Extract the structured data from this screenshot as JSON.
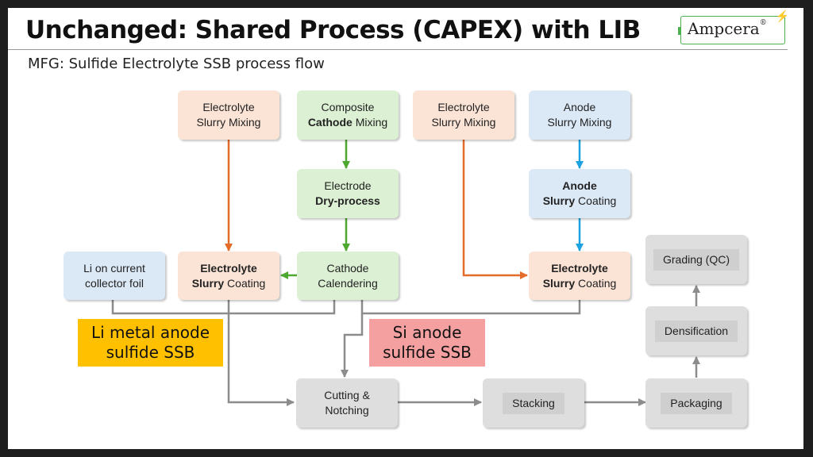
{
  "header": {
    "title": "Unchanged: Shared Process (CAPEX) with LIB",
    "subtitle": "MFG: Sulfide Electrolyte SSB process flow",
    "logo_text": "Ampcera",
    "logo_mark": "®"
  },
  "colors": {
    "orange_arrow": "#e46c2a",
    "green_arrow": "#4ea72e",
    "blue_arrow": "#1aa3e0",
    "grey_arrow": "#8c8c8c",
    "li_label_bg": "#ffc000",
    "si_label_bg": "#f4a0a0"
  },
  "boxes": {
    "electrolyte_mixing_1": {
      "line1": "Electrolyte",
      "line2": "Slurry Mixing"
    },
    "composite_cathode_mixing": {
      "line1": "Composite",
      "line2_bold": "Cathode",
      "line2_rest": " Mixing"
    },
    "electrolyte_mixing_2": {
      "line1": "Electrolyte",
      "line2": "Slurry Mixing"
    },
    "anode_mixing": {
      "line1": "Anode",
      "line2": "Slurry Mixing"
    },
    "electrode_dry_process": {
      "line1": "Electrode",
      "line2_bold": "Dry-process"
    },
    "anode_coating": {
      "line1_bold": "Anode",
      "line2_bold": "Slurry",
      "line2_rest": " Coating"
    },
    "li_current_collector": {
      "line1": "Li on current",
      "line2": "collector foil"
    },
    "electrolyte_coating_1": {
      "line1_bold": "Electrolyte",
      "line2_bold": "Slurry",
      "line2_rest": " Coating"
    },
    "cathode_calendering": {
      "line1": "Cathode",
      "line2": "Calendering"
    },
    "electrolyte_coating_2": {
      "line1_bold": "Electrolyte",
      "line2_bold": "Slurry",
      "line2_rest": " Coating"
    },
    "grading": {
      "text": "Grading (QC)"
    },
    "densification": {
      "text": "Densification"
    },
    "cutting_notching": {
      "line1": "Cutting &",
      "line2": "Notching"
    },
    "stacking": {
      "text": "Stacking"
    },
    "packaging": {
      "text": "Packaging"
    }
  },
  "labels": {
    "li_metal": {
      "line1": "Li metal anode",
      "line2": "sulfide SSB"
    },
    "si_anode": {
      "line1": "Si anode",
      "line2": "sulfide SSB"
    }
  }
}
